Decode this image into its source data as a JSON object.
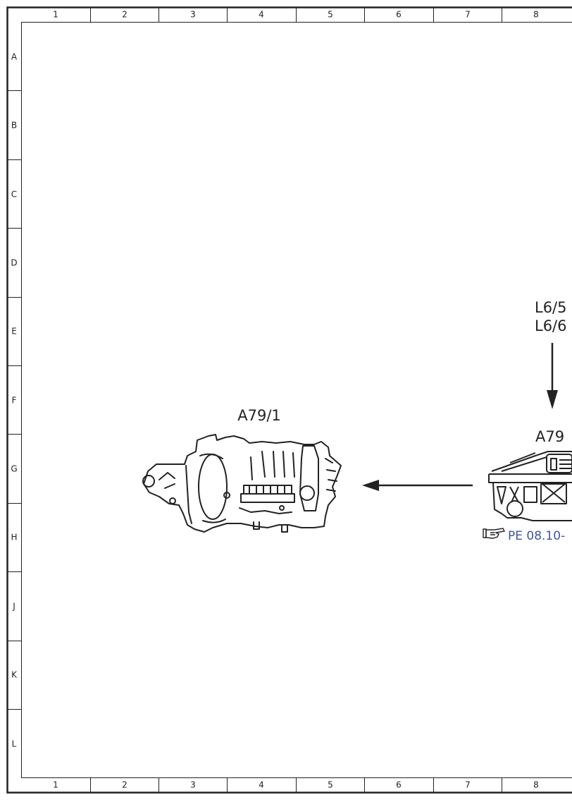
{
  "columns": [
    "1",
    "2",
    "3",
    "4",
    "5",
    "6",
    "7",
    "8"
  ],
  "rows": [
    "A",
    "B",
    "C",
    "D",
    "E",
    "F",
    "G",
    "H",
    "J",
    "K",
    "L"
  ],
  "labels": {
    "left_component": "A79/1",
    "right_component": "A79",
    "sensor_line1": "L6/5",
    "sensor_line2": "L6/6",
    "reference": "PE 08.10-"
  },
  "icons": {
    "reference": "pointing-hand-icon"
  },
  "colors": {
    "line": "#222222",
    "reference": "#3f55a0"
  }
}
